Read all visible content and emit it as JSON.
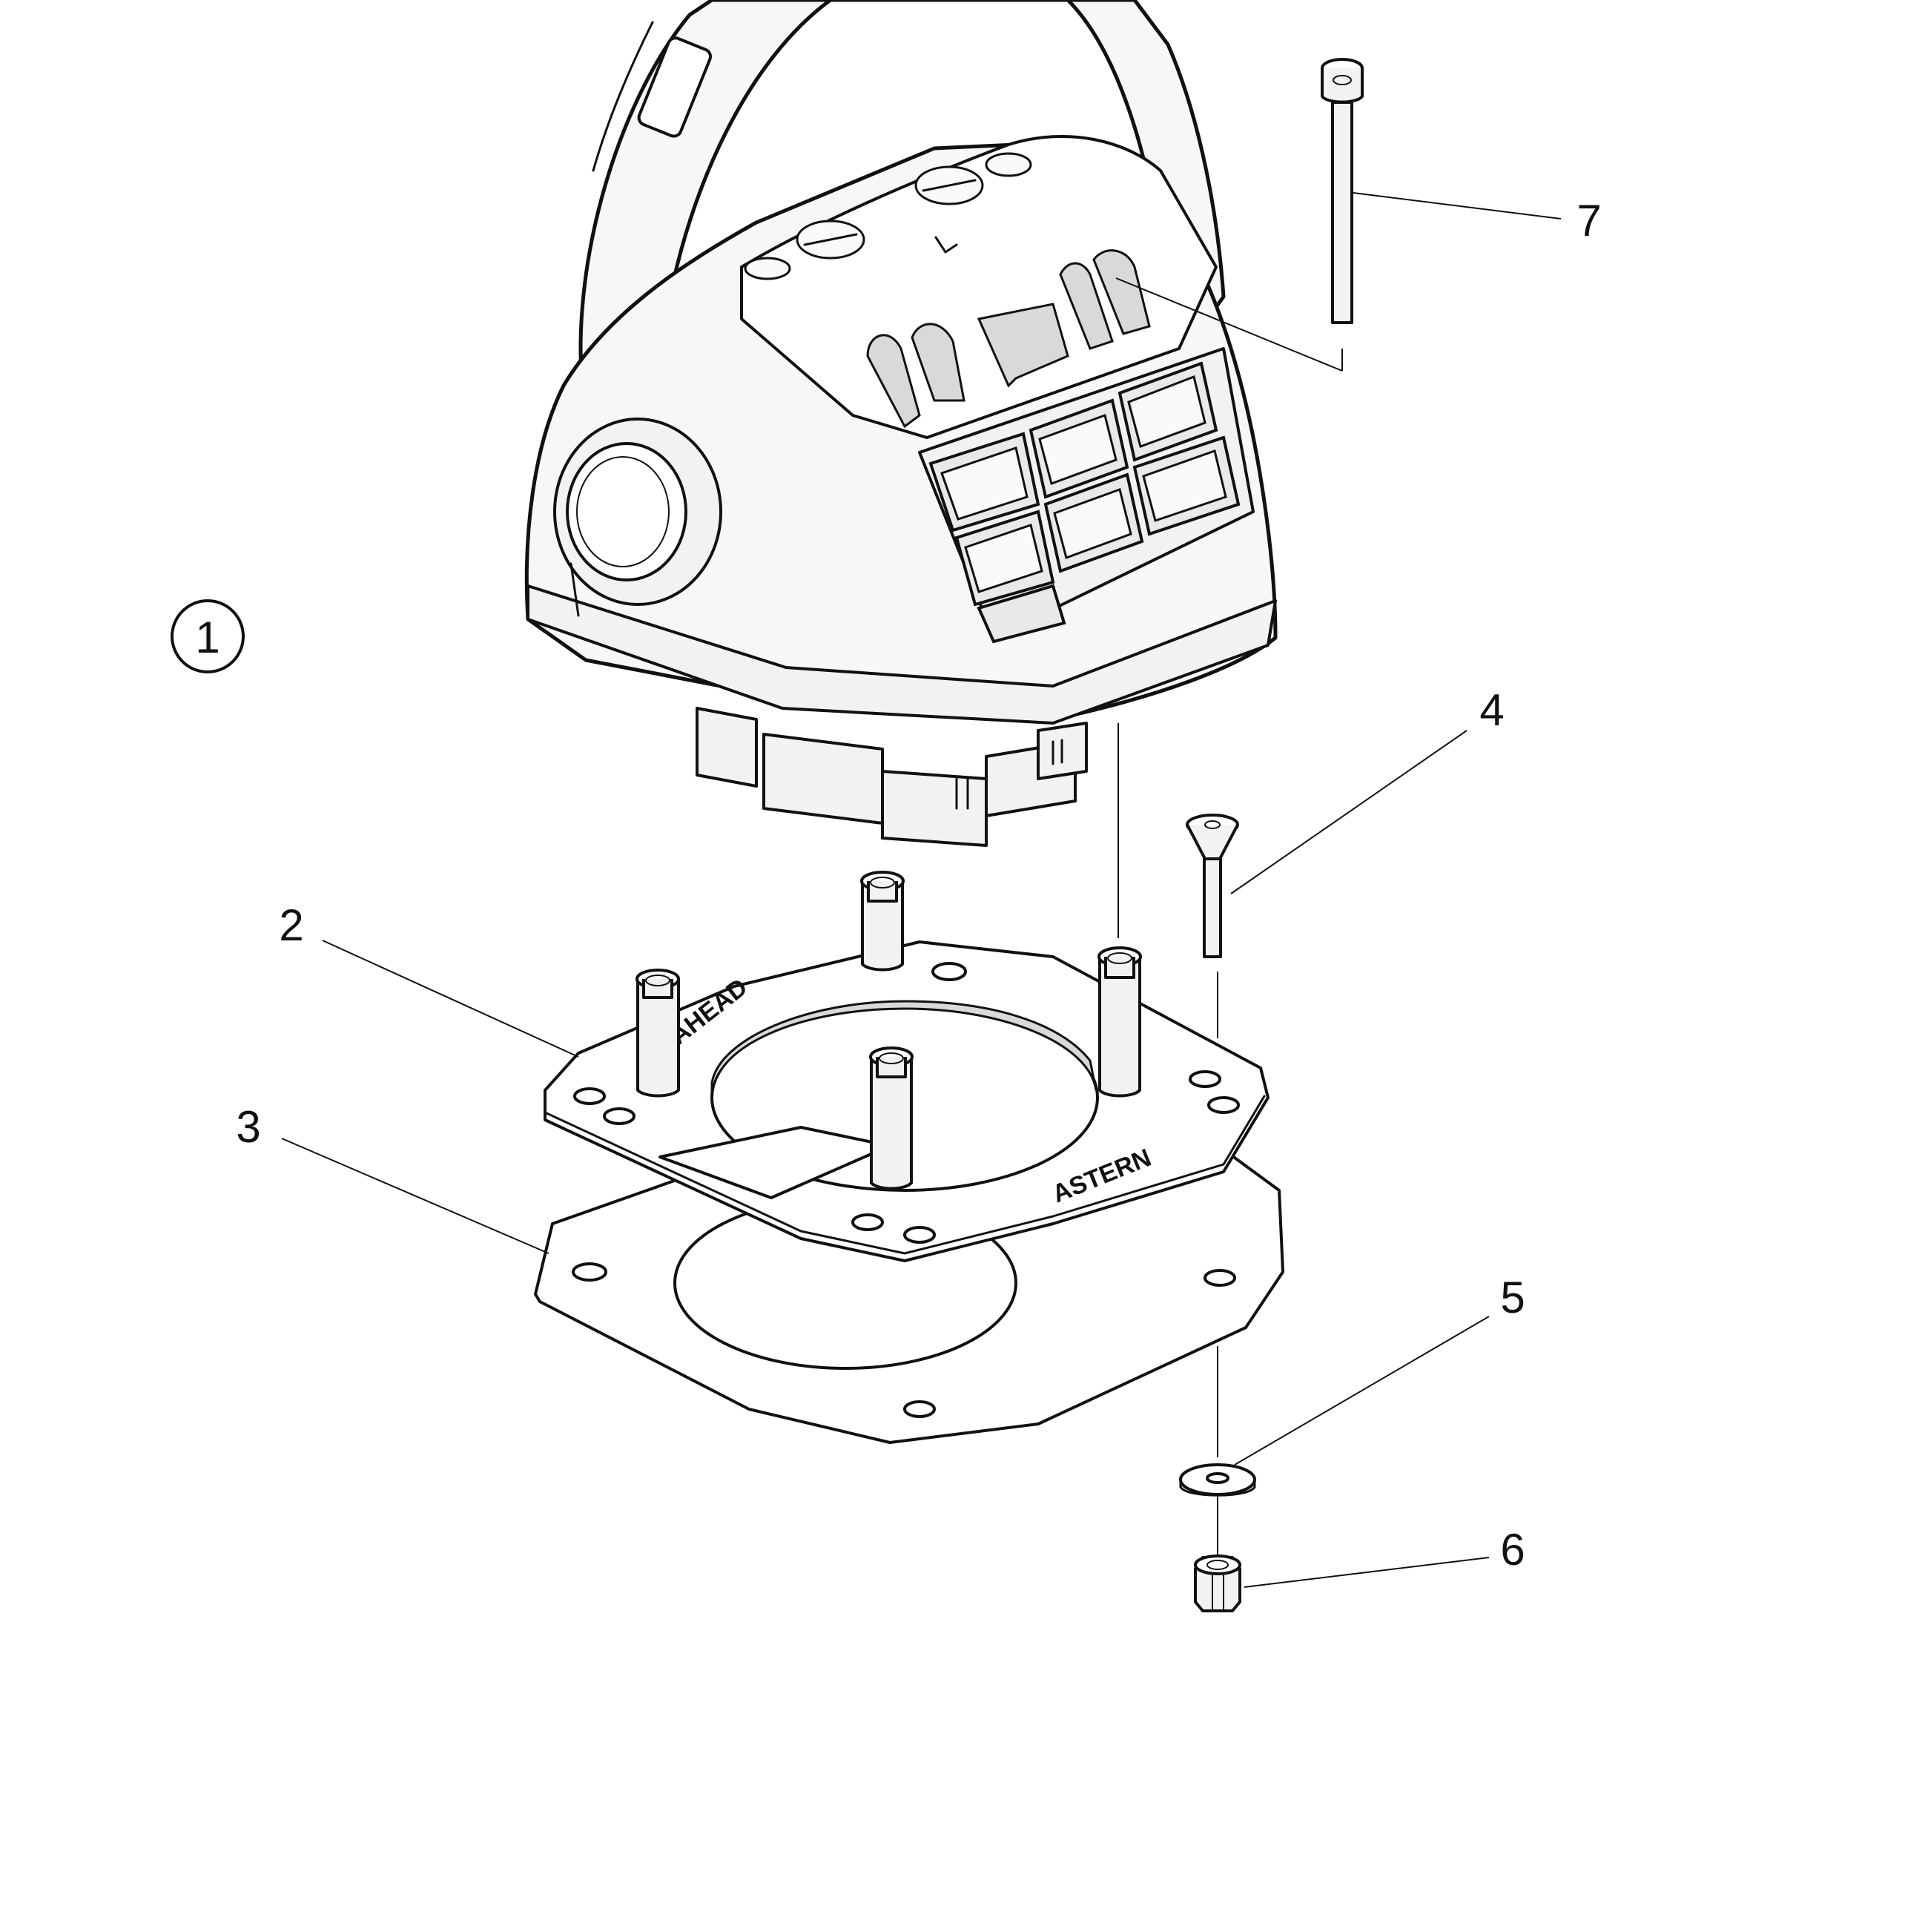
{
  "assembly_marker": "1",
  "callouts": [
    {
      "id": "2",
      "label": "2"
    },
    {
      "id": "3",
      "label": "3"
    },
    {
      "id": "4",
      "label": "4"
    },
    {
      "id": "5",
      "label": "5"
    },
    {
      "id": "6",
      "label": "6"
    },
    {
      "id": "7",
      "label": "7"
    }
  ],
  "plate_markings": {
    "ahead": "AHEAD",
    "astern": "ASTERN"
  }
}
